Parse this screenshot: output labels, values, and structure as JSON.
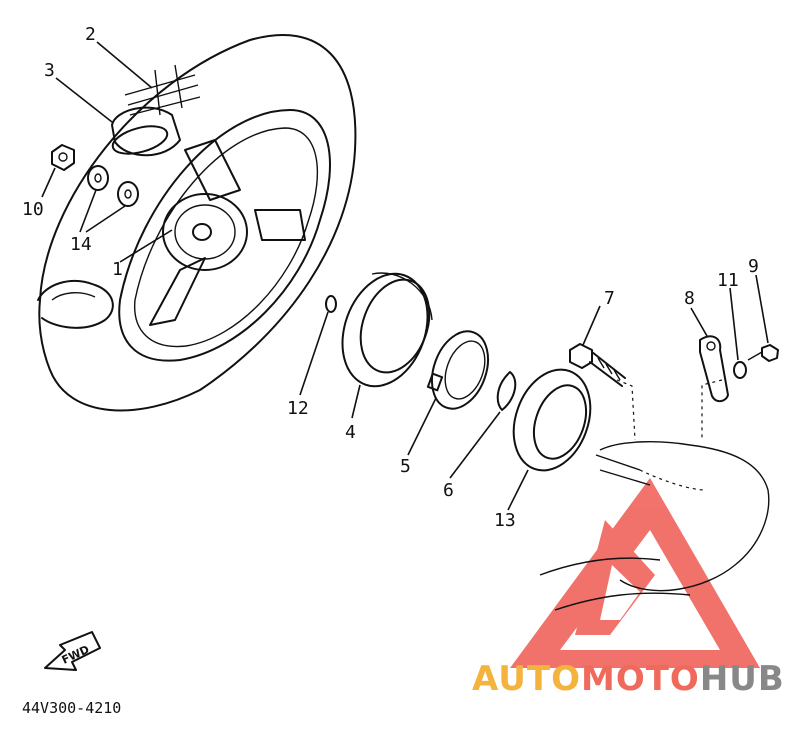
{
  "labels": {
    "p1": "1",
    "p2": "2",
    "p3": "3",
    "p4": "4",
    "p5": "5",
    "p6": "6",
    "p7": "7",
    "p8": "8",
    "p9": "9",
    "p10": "10",
    "p11": "11",
    "p12": "12",
    "p13": "13",
    "p14": "14"
  },
  "fwd_label": "FWD",
  "diagram_code": "44V300-4210",
  "watermark": {
    "part_a": "AUTO",
    "part_b": "MOTO",
    "part_c": "HUB",
    "color_a": "#f3b33d",
    "color_b": "#f06a5c",
    "color_c": "#888888",
    "logo_color": "#ee5a52"
  }
}
